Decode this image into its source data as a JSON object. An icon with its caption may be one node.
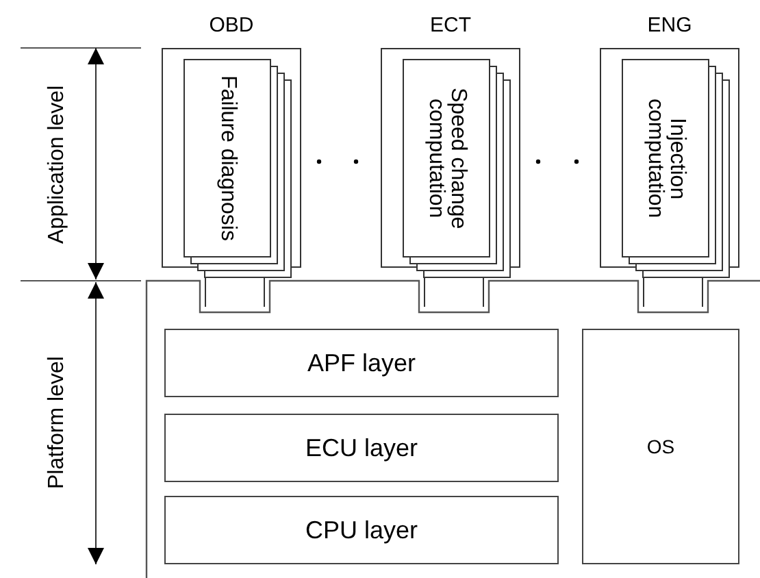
{
  "diagram": {
    "nodes": [
      {
        "text": [
          "OBD"
        ]
      },
      {
        "text": [
          "Failure diagnosis"
        ],
        "in": 0
      },
      {
        "text": [
          "ECT"
        ]
      },
      {
        "text": [
          "Speed change computation"
        ],
        "in": 2
      },
      {
        "text": [
          "ENG"
        ]
      },
      {
        "text": [
          "Injection computation"
        ],
        "in": 4
      },
      {
        "text": [
          "APF layer"
        ]
      },
      {
        "text": [
          "ECU layer"
        ]
      },
      {
        "text": [
          "CPU layer"
        ]
      },
      {
        "text": [
          "OS"
        ]
      }
    ],
    "edges": [],
    "labels": [
      "Application level",
      "Platform level"
    ]
  }
}
